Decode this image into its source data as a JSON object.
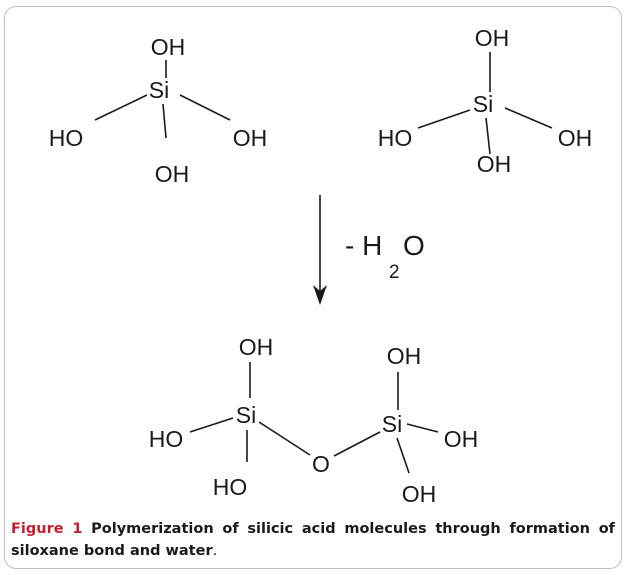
{
  "atoms": {
    "oh": "OH",
    "ho": "HO",
    "si": "Si",
    "o": "O"
  },
  "reaction": {
    "minus": "- H",
    "sub": "2",
    "o": "O"
  },
  "caption": {
    "label": "Figure 1",
    "text": " Polymerization of silicic acid molecules through formation of siloxane bond and water",
    "end": "."
  }
}
